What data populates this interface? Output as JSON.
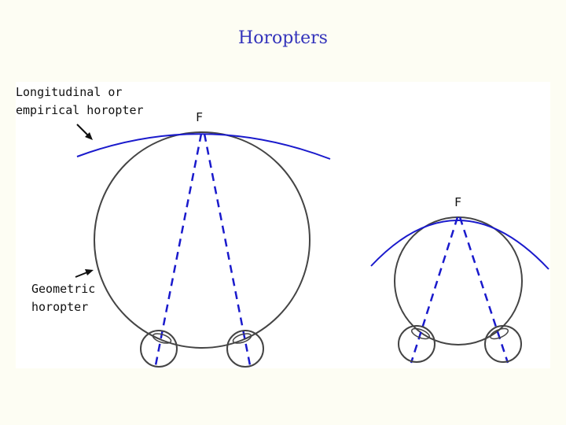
{
  "slide": {
    "title": "Horopters"
  },
  "labels": {
    "empirical_line1": "Longitudinal or",
    "empirical_line2": "empirical horopter",
    "geometric_line1": "Geometric",
    "geometric_line2": "horopter",
    "fixation_large": "F",
    "fixation_small": "F"
  },
  "colors": {
    "background": "#fdfdf3",
    "panel": "#ffffff",
    "title": "#3333bb",
    "empirical_curve": "#1a1acc",
    "geometric_circle": "#444444",
    "lines_of_sight": "#1a1acc"
  }
}
